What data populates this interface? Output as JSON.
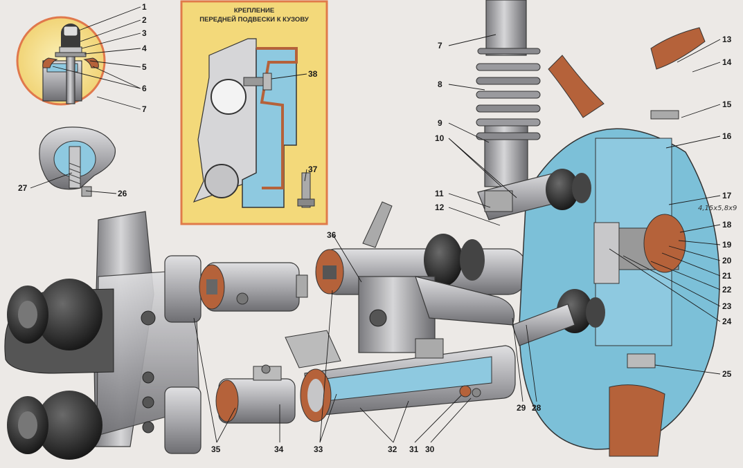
{
  "inset": {
    "title_line1": "КРЕПЛЕНИЕ",
    "title_line2": "ПЕРЕДНЕЙ ПОДВЕСКИ К КУЗОВУ",
    "labels": [
      "38",
      "37"
    ]
  },
  "handwritten_note": "4,15x5,8x9",
  "labels": {
    "n1": "1",
    "n2": "2",
    "n3": "3",
    "n4": "4",
    "n5": "5",
    "n6": "6",
    "n7a": "7",
    "n7b": "7",
    "n8": "8",
    "n9": "9",
    "n10": "10",
    "n11": "11",
    "n12": "12",
    "n13": "13",
    "n14": "14",
    "n15": "15",
    "n16": "16",
    "n17": "17",
    "n18": "18",
    "n19": "19",
    "n20": "20",
    "n21": "21",
    "n22": "22",
    "n23": "23",
    "n24": "24",
    "n25": "25",
    "n26": "26",
    "n27": "27",
    "n28": "28",
    "n29": "29",
    "n30": "30",
    "n31": "31",
    "n32": "32",
    "n33": "33",
    "n34": "34",
    "n35": "35",
    "n36": "36"
  },
  "colors": {
    "inset_bg": "#f3d97a",
    "inset_border": "#e07a4a",
    "section_blue": "#8ec9e0",
    "rubber": "#2b2b2b",
    "metal": "#b9b9bb",
    "rust": "#b5623a"
  }
}
